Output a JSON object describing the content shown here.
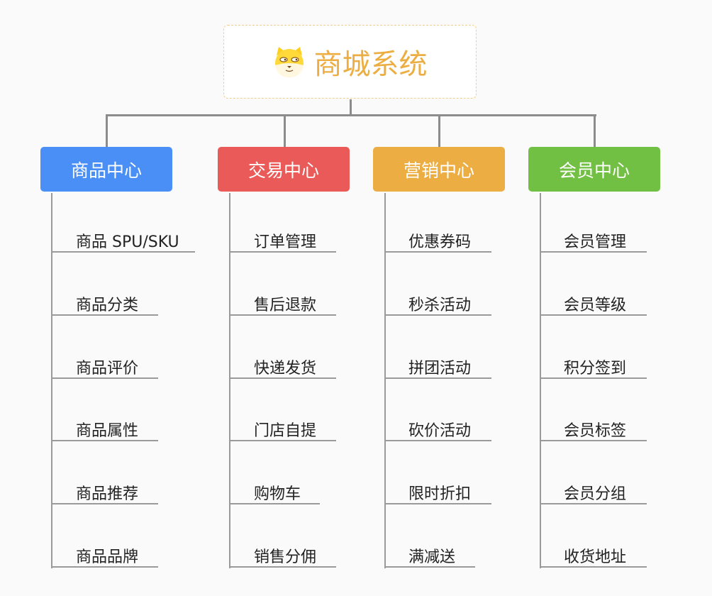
{
  "title": "商城系统",
  "colors": {
    "title": "#ecae43",
    "line": "#8c8c8c"
  },
  "categories": [
    {
      "label": "商品中心",
      "color": "#4a8ff5",
      "items": [
        "商品 SPU/SKU",
        "商品分类",
        "商品评价",
        "商品属性",
        "商品推荐",
        "商品品牌"
      ]
    },
    {
      "label": "交易中心",
      "color": "#e95a58",
      "items": [
        "订单管理",
        "售后退款",
        "快递发货",
        "门店自提",
        "购物车",
        "销售分佣"
      ]
    },
    {
      "label": "营销中心",
      "color": "#ecae43",
      "items": [
        "优惠券码",
        "秒杀活动",
        "拼团活动",
        "砍价活动",
        "限时折扣",
        "满减送"
      ]
    },
    {
      "label": "会员中心",
      "color": "#72c043",
      "items": [
        "会员管理",
        "会员等级",
        "积分签到",
        "会员标签",
        "会员分组",
        "收货地址"
      ]
    }
  ]
}
